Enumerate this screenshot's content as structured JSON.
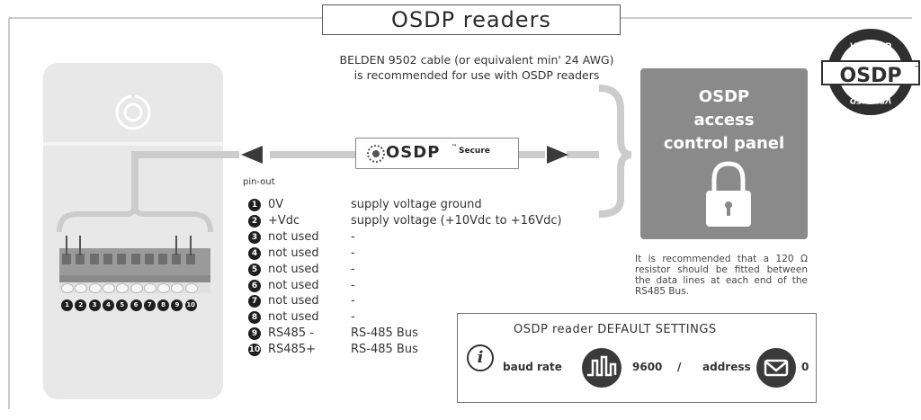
{
  "title": "OSDP readers",
  "cable_note": {
    "line1": "BELDEN 9502 cable (or equivalent min' 24 AWG)",
    "line2": "is recommended for use with OSDP readers"
  },
  "panel": {
    "line1": "OSDP",
    "line2": "access",
    "line3": "control panel"
  },
  "resistor_note": "It is recommended that a 120 Ω resistor should be fitted between the data lines at each end of the RS485 Bus.",
  "chip": {
    "logo": "OSDP",
    "tm": "™",
    "label": "Secure"
  },
  "verified_badge": {
    "top_text": "VERIFIED",
    "bottom_text": "VERIFIED",
    "logo": "OSDP",
    "tm": "™"
  },
  "pinout_label": "pin-out",
  "terminal_numbers": [
    "1",
    "2",
    "3",
    "4",
    "5",
    "6",
    "7",
    "8",
    "9",
    "10"
  ],
  "pins": [
    {
      "num": "1",
      "name": "0V",
      "desc": "supply voltage ground"
    },
    {
      "num": "2",
      "name": "+Vdc",
      "desc": "supply voltage (+10Vdc to +16Vdc)"
    },
    {
      "num": "3",
      "name": "not used",
      "desc": "-"
    },
    {
      "num": "4",
      "name": "not used",
      "desc": "-"
    },
    {
      "num": "5",
      "name": "not used",
      "desc": "-"
    },
    {
      "num": "6",
      "name": "not used",
      "desc": "-"
    },
    {
      "num": "7",
      "name": "not used",
      "desc": "-"
    },
    {
      "num": "8",
      "name": "not used",
      "desc": "-"
    },
    {
      "num": "9",
      "name": "RS485 -",
      "desc": "RS-485 Bus"
    },
    {
      "num": "10",
      "name": "RS485+",
      "desc": "RS-485 Bus"
    }
  ],
  "settings": {
    "title": "OSDP reader DEFAULT SETTINGS",
    "info_icon": "i",
    "baud_label": "baud rate",
    "baud_value": "9600",
    "separator": "/",
    "address_label": "address",
    "address_value": "0"
  },
  "colors": {
    "panel_gray": "#8a8a8a",
    "reader_gray": "#e6e6e6",
    "connector_gray": "#c8c8c8",
    "dark_icon": "#3a3a3a"
  }
}
